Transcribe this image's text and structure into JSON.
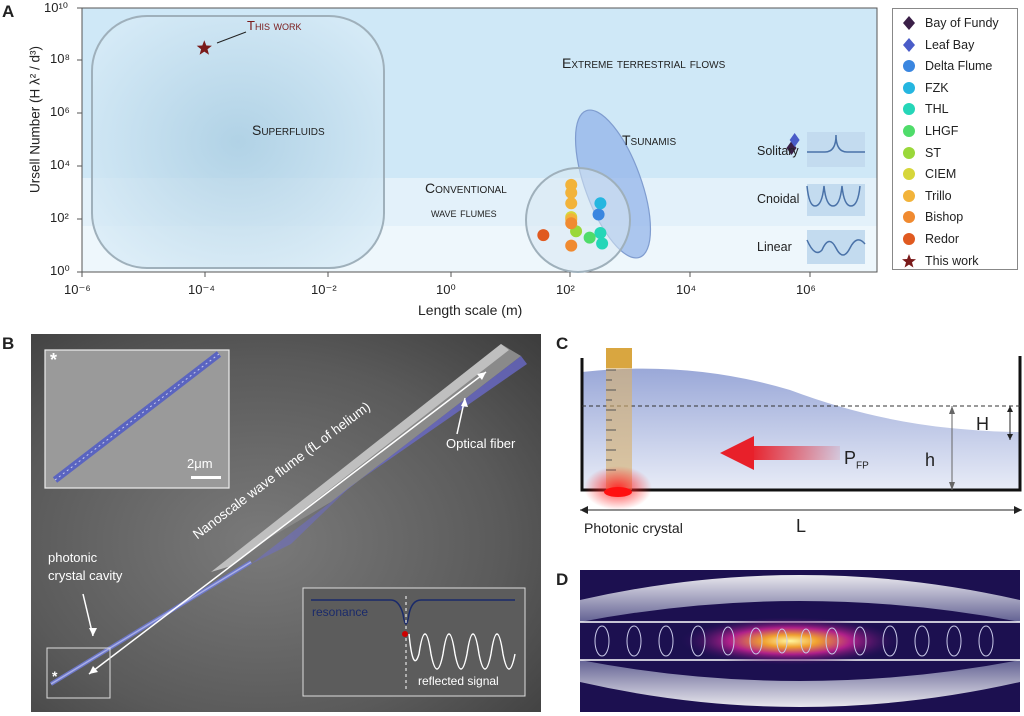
{
  "panels": {
    "a": "A",
    "b": "B",
    "c": "C",
    "d": "D"
  },
  "panel_a": {
    "ylabel": "Ursell Number (H λ² / d³)",
    "xlabel": "Length scale (m)",
    "x_ticks": [
      "10⁻⁶",
      "10⁻⁴",
      "10⁻²",
      "10⁰",
      "10²",
      "10⁴",
      "10⁶"
    ],
    "y_ticks": [
      "10⁰",
      "10²",
      "10⁴",
      "10⁶",
      "10⁸",
      "10¹⁰"
    ],
    "regions": {
      "superfluids": "Superfluids",
      "tsunamis": "Tsunamis",
      "conventional_line1": "Conventional",
      "conventional_line2": "wave flumes",
      "extreme": "Extreme terrestrial flows",
      "this_work": "This work"
    },
    "wave_types": [
      "Solitary",
      "Cnoidal",
      "Linear"
    ],
    "colors": {
      "upper_band": "#cfe8f7",
      "mid_band": "#e3f1fa",
      "low_band": "#eef7fc"
    }
  },
  "legend": [
    {
      "label": "Bay of Fundy",
      "color": "#3a1f47",
      "marker": "diamond"
    },
    {
      "label": "Leaf Bay",
      "color": "#4a5cc8",
      "marker": "diamond"
    },
    {
      "label": "Delta Flume",
      "color": "#3a86e0",
      "marker": "circle"
    },
    {
      "label": "FZK",
      "color": "#25b6e0",
      "marker": "circle"
    },
    {
      "label": "THL",
      "color": "#25d6b8",
      "marker": "circle"
    },
    {
      "label": "LHGF",
      "color": "#4fdc6a",
      "marker": "circle"
    },
    {
      "label": "ST",
      "color": "#9ad83a",
      "marker": "circle"
    },
    {
      "label": "CIEM",
      "color": "#d6d63a",
      "marker": "circle"
    },
    {
      "label": "Trillo",
      "color": "#f2b33a",
      "marker": "circle"
    },
    {
      "label": "Bishop",
      "color": "#f08a30",
      "marker": "circle"
    },
    {
      "label": "Redor",
      "color": "#e05a20",
      "marker": "circle"
    },
    {
      "label": "This work",
      "color": "#7a1a1a",
      "marker": "star"
    }
  ],
  "chart_data": {
    "type": "scatter",
    "xlabel": "Length scale (m)",
    "ylabel": "Ursell Number (H λ² / d³)",
    "xscale": "log",
    "yscale": "log",
    "xlim": [
      1e-06,
      10000000.0
    ],
    "ylim": [
      1,
      10000000000.0
    ],
    "legend_position": "outside-right",
    "series": [
      {
        "name": "Bay of Fundy",
        "points": [
          [
            400000,
            50000
          ]
        ]
      },
      {
        "name": "Leaf Bay",
        "points": [
          [
            450000,
            100000
          ]
        ]
      },
      {
        "name": "Delta Flume",
        "points": [
          [
            280,
            150
          ]
        ]
      },
      {
        "name": "FZK",
        "points": [
          [
            300,
            400
          ]
        ]
      },
      {
        "name": "THL",
        "points": [
          [
            300,
            30
          ],
          [
            320,
            12
          ]
        ]
      },
      {
        "name": "LHGF",
        "points": [
          [
            200,
            20
          ]
        ]
      },
      {
        "name": "ST",
        "points": [
          [
            120,
            35
          ]
        ]
      },
      {
        "name": "CIEM",
        "points": [
          [
            100,
            120
          ]
        ]
      },
      {
        "name": "Trillo",
        "points": [
          [
            100,
            2000
          ],
          [
            100,
            1000
          ],
          [
            100,
            400
          ],
          [
            100,
            100
          ]
        ]
      },
      {
        "name": "Bishop",
        "points": [
          [
            100,
            70
          ],
          [
            100,
            10
          ]
        ]
      },
      {
        "name": "Redor",
        "points": [
          [
            35,
            25
          ]
        ]
      },
      {
        "name": "This work",
        "points": [
          [
            0.0001,
            300000000
          ]
        ]
      }
    ]
  },
  "panel_b": {
    "inset_label": "2μm",
    "asterisk": "*",
    "optical_fiber": "Optical fiber",
    "flume_label": "Nanoscale wave flume (fL of helium)",
    "cavity_line1": "photonic",
    "cavity_line2": "crystal cavity",
    "resonance": "resonance",
    "reflected": "reflected signal"
  },
  "panel_c": {
    "photonic_crystal": "Photonic crystal",
    "L": "L",
    "H": "H",
    "h": "h",
    "P": "P",
    "P_sub": "FP"
  }
}
